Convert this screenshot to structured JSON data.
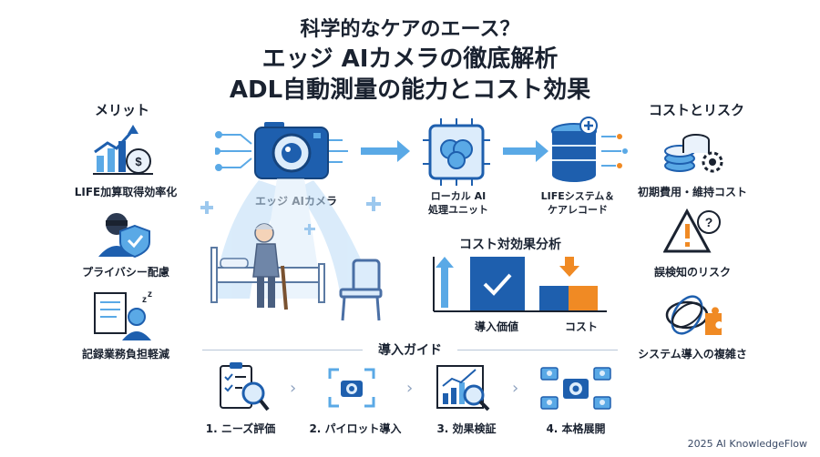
{
  "title": {
    "line1": "科学的なケアのエース？",
    "line2": "エッジ AIカメラの徹底解析",
    "line3": "ADL自動測量の能力とコスト効果"
  },
  "merits": {
    "heading": "メリット",
    "items": [
      {
        "label": "LIFE加算取得効率化",
        "icon": "money-bag-chart-icon"
      },
      {
        "label": "プライバシー配慮",
        "icon": "privacy-shield-icon"
      },
      {
        "label": "記録業務負担軽減",
        "icon": "relaxed-worker-icon"
      }
    ]
  },
  "costs_risks": {
    "heading": "コストとリスク",
    "items": [
      {
        "label": "初期費用・維持コスト",
        "icon": "coins-gear-icon"
      },
      {
        "label": "誤検知のリスク",
        "icon": "warning-question-icon"
      },
      {
        "label": "システム導入の複雑さ",
        "icon": "tangled-puzzle-icon"
      }
    ]
  },
  "flow": {
    "camera_label": "エッジ AIカメラ",
    "processor_label_1": "ローカル AI",
    "processor_label_2": "処理ユニット",
    "system_label_1": "LIFEシステム＆",
    "system_label_2": "ケアレコード"
  },
  "cost_analysis": {
    "heading": "コスト対効果分析",
    "labels": [
      "導入価値",
      "コスト"
    ]
  },
  "guide": {
    "heading": "導入ガイド",
    "steps": [
      {
        "label": "1. ニーズ評価",
        "icon": "checklist-magnifier-icon"
      },
      {
        "label": "2. パイロット導入",
        "icon": "camera-icon"
      },
      {
        "label": "3. 効果検証",
        "icon": "chart-magnifier-icon"
      },
      {
        "label": "4. 本格展開",
        "icon": "multi-camera-icon"
      }
    ]
  },
  "footer": "2025 AI KnowledgeFlow",
  "colors": {
    "primary_blue": "#1e5fae",
    "light_blue": "#5aa9e6",
    "accent_orange": "#f08a24",
    "dark_text": "#1a2230"
  }
}
